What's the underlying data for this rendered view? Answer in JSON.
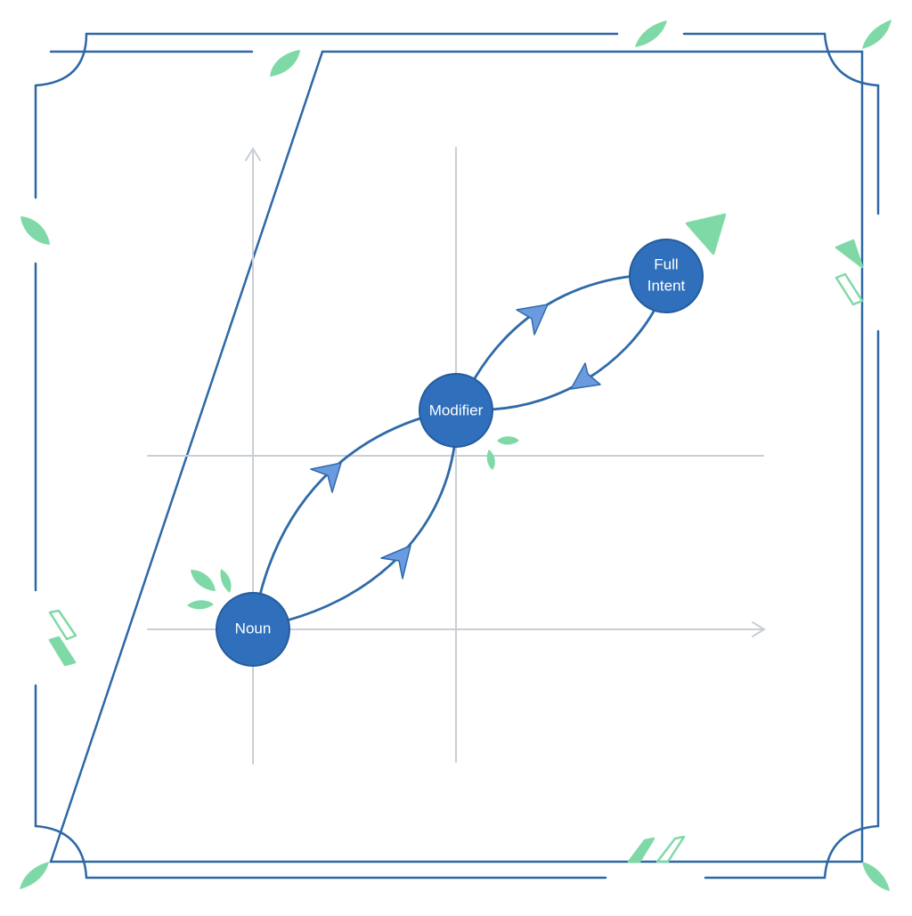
{
  "diagram": {
    "nodes": [
      {
        "id": "noun",
        "lines": [
          "Noun"
        ]
      },
      {
        "id": "modifier",
        "lines": [
          "Modifier"
        ]
      },
      {
        "id": "full-intent",
        "lines": [
          "Full",
          "Intent"
        ]
      }
    ]
  },
  "colors": {
    "frame": "#2d68a6",
    "node_fill": "#2f6fbb",
    "node_stroke": "#255d9d",
    "edge": "#2f6aa8",
    "arrow_fill": "#6a9be0",
    "axis": "#c9ced6",
    "leaf": "#7fd9a6",
    "node_text": "#ffffff"
  },
  "icons": {
    "decorations": "leaf-icon"
  }
}
